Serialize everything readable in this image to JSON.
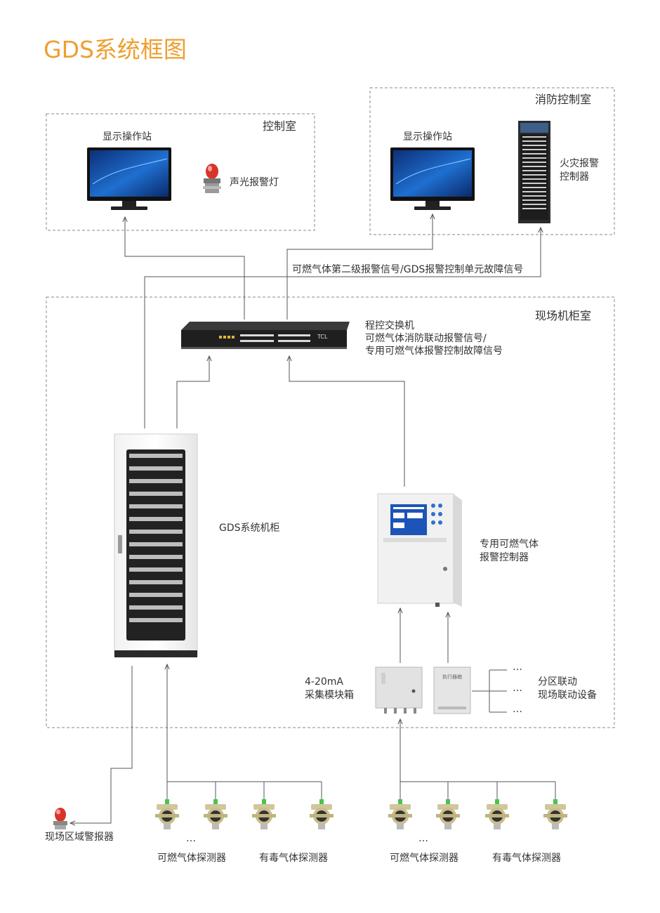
{
  "title": "GDS系统框图",
  "rooms": {
    "control_room": "控制室",
    "fire_room": "消防控制室",
    "cabinet_room": "现场机柜室"
  },
  "labels": {
    "display_station_1": "显示操作站",
    "display_station_2": "显示操作站",
    "sound_light_alarm": "声光报警灯",
    "fire_alarm_controller": "火灾报警\n控制器",
    "signal_bus": "可燃气体第二级报警信号/GDS报警控制单元故障信号",
    "switch_desc": "程控交换机\n可燃气体消防联动报警信号/\n专用可燃气体报警控制故障信号",
    "gds_cabinet": "GDS系统机柜",
    "gas_controller": "专用可燃气体\n报警控制器",
    "module_box": "4-20mA\n采集模块箱",
    "zone_linkage": "分区联动\n现场联动设备",
    "ellipsis": "…",
    "field_alarm": "现场区域警报器",
    "combustible_1": "可燃气体探测器",
    "toxic_1": "有毒气体探测器",
    "combustible_2": "可燃气体探测器",
    "toxic_2": "有毒气体探测器"
  },
  "device_text": {
    "switch_brand": "TCL",
    "relay_box": "执行器箱"
  },
  "colors": {
    "title": "#ee9f2f",
    "line": "#555555",
    "dash": "#888888",
    "screen": "#1b5fb8",
    "alarm_red": "#d8342a",
    "detector_green": "#4cc34c"
  }
}
